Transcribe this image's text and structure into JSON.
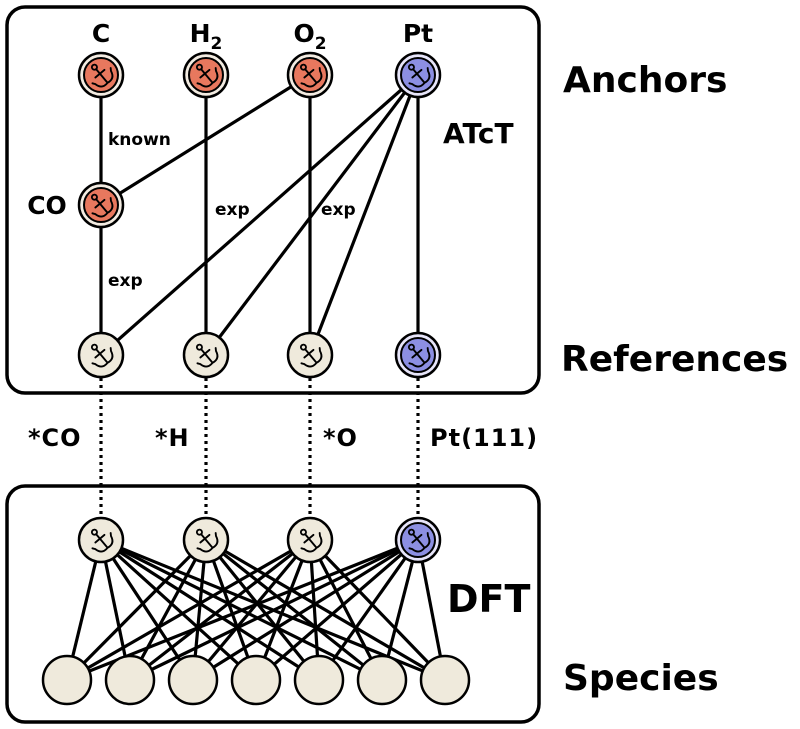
{
  "colors": {
    "anchor_fill": "#e8785e",
    "anchor_ring": "#f3ece2",
    "pt_fill": "#8c8fe2",
    "pt_ring": "#e7e5f9",
    "reference_fill": "#efeadc",
    "species_fill": "#efeadc",
    "outline": "#000000"
  },
  "labels": {
    "anchors": "Anchors",
    "atct": "ATcT",
    "references": "References",
    "dft": "DFT",
    "species": "Species"
  },
  "anchor_nodes": [
    {
      "label": "C",
      "sub": "",
      "color": "anchor"
    },
    {
      "label": "H",
      "sub": "2",
      "color": "anchor"
    },
    {
      "label": "O",
      "sub": "2",
      "color": "anchor"
    },
    {
      "label": "Pt",
      "sub": "",
      "color": "pt"
    }
  ],
  "co_node": {
    "label": "CO",
    "color": "anchor"
  },
  "reference_labels": [
    "*CO",
    "*H",
    "*O",
    "Pt(111)"
  ],
  "edge_labels": {
    "c_co": "known",
    "co_ref": "exp",
    "h2_ref": "exp",
    "o2_ref": "exp"
  },
  "icon": "anchor-icon",
  "species_count": 7
}
